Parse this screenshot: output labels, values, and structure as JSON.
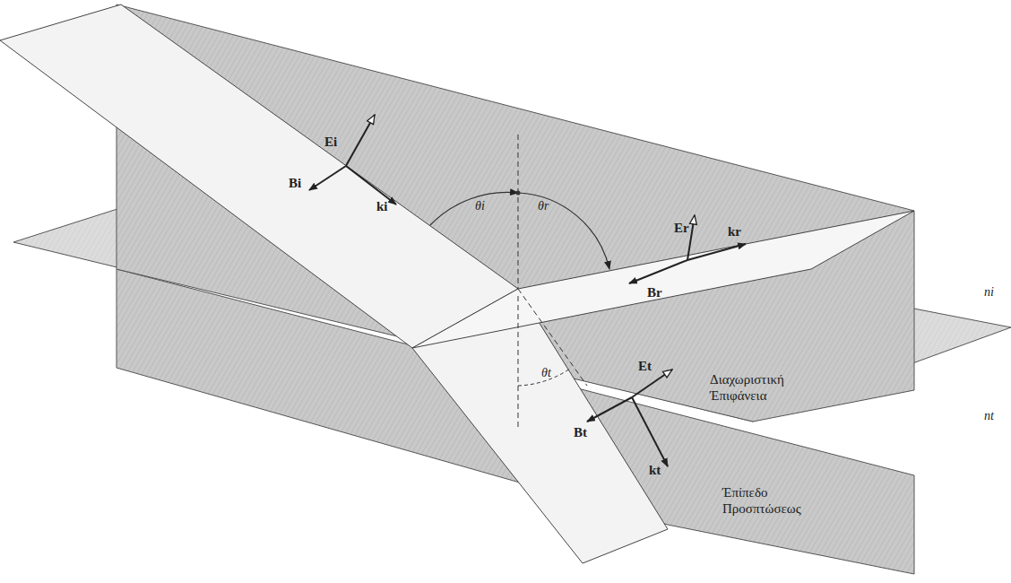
{
  "diagram": {
    "labels": [
      "Ei",
      "Bi",
      "ki",
      "θi",
      "θr",
      "Er",
      "kr",
      "Br",
      "ni",
      "Διαχωριστική Έπιφάνεια",
      "nt",
      "θt",
      "Et",
      "Bt",
      "kt",
      "Έπίπεδο Προσπτώσεως"
    ]
  }
}
